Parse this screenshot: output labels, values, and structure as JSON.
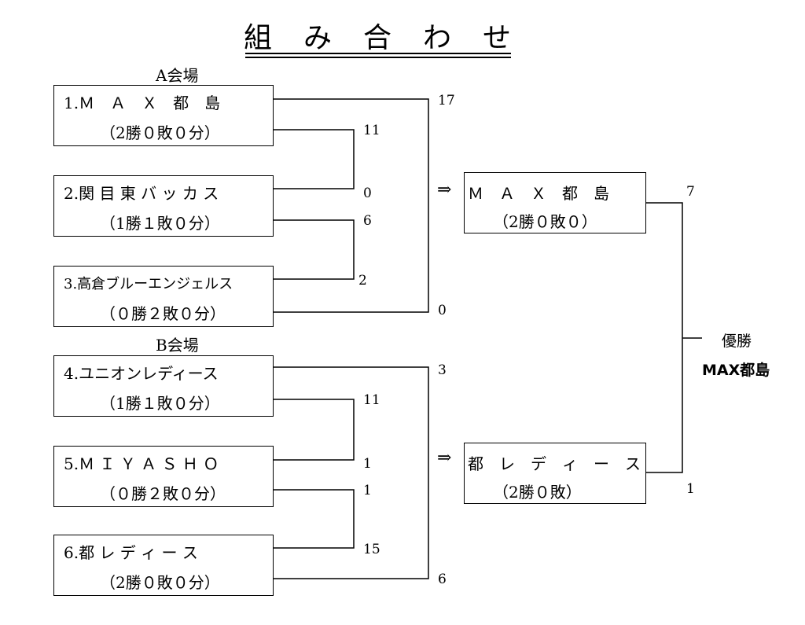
{
  "title_chars": [
    "組",
    "み",
    "合",
    "わ",
    "せ"
  ],
  "venues": {
    "a": "A会場",
    "b": "B会場"
  },
  "teams": [
    {
      "name": "1.Ｍ　Ａ　Ｘ　都　島",
      "record": "（2勝０敗０分）"
    },
    {
      "name": "2.関 目 東 バ ッ カ ス",
      "record": "（1勝１敗０分）"
    },
    {
      "name": "3.高倉ブルーエンジェルス",
      "record": "（０勝２敗０分）"
    },
    {
      "name": "4.ユニオンレディース",
      "record": "（1勝１敗０分）"
    },
    {
      "name": "5.Ｍ Ｉ Ｙ Ａ Ｓ Ｈ Ｏ",
      "record": "（０勝２敗０分）"
    },
    {
      "name": "6.都 レ デ ィ ー ス",
      "record": "（2勝０敗０分）"
    }
  ],
  "finalists": [
    {
      "name": "Ｍ　Ａ　Ｘ　都　島",
      "record": "（2勝０敗０）"
    },
    {
      "name": "都　レ　デ　ィ　ー　ス",
      "record": "（2勝０敗）"
    }
  ],
  "arrow": "⇒",
  "scores": {
    "s1": "17",
    "s2": "11",
    "s3": "0",
    "s4": "6",
    "s5": "2",
    "s6": "0",
    "s7": "3",
    "s8": "11",
    "s9": "1",
    "s10": "1",
    "s11": "15",
    "s12": "6",
    "f1": "7",
    "f2": "1"
  },
  "champion": {
    "label": "優勝",
    "name": "MAX都島"
  }
}
